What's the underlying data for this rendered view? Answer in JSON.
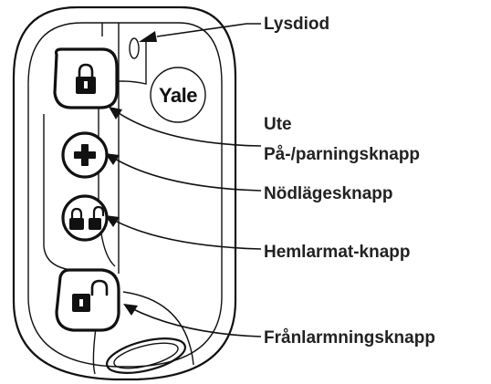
{
  "remote": {
    "brand_logo_text": "Yale"
  },
  "callouts": {
    "led": "Lysdiod",
    "away": "Ute",
    "power_pairing": "På-/parningsknapp",
    "panic": "Nödlägesknapp",
    "home_arm": "Hemlarmat-knapp",
    "disarm": "Frånlarmningsknapp"
  },
  "icons": {
    "away_button": "locked-padlock-icon",
    "power_button": "plus-icon",
    "home_button": "lock-unlock-pair-icon",
    "disarm_button": "open-padlock-icon"
  }
}
